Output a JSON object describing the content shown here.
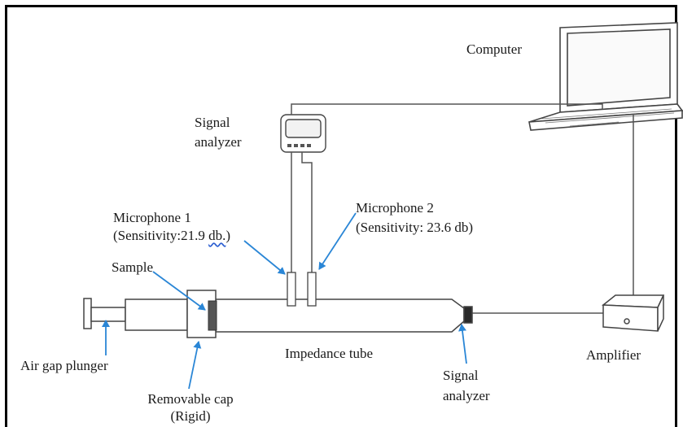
{
  "labels": {
    "computer": "Computer",
    "signal_analyzer_top_line1": "Signal",
    "signal_analyzer_top_line2": "analyzer",
    "mic1_line1": "Microphone 1",
    "mic1_line2_prefix": "(Sensitivity:21.9 ",
    "mic1_line2_underlined": "db.",
    "mic1_line2_suffix": ")",
    "mic2_line1": "Microphone 2",
    "mic2_line2": "(Sensitivity: 23.6 db)",
    "sample": "Sample",
    "air_gap_plunger": "Air gap plunger",
    "removable_cap_line1": "Removable cap",
    "removable_cap_line2": "(Rigid)",
    "impedance_tube": "Impedance tube",
    "signal_analyzer_bottom_line1": "Signal",
    "signal_analyzer_bottom_line2": "analyzer",
    "amplifier": "Amplifier"
  },
  "colors": {
    "arrow": "#2a86d6",
    "line": "#555555",
    "sample": "#555555"
  },
  "icons": [
    "laptop-icon",
    "signal-analyzer-icon",
    "amplifier-icon"
  ]
}
